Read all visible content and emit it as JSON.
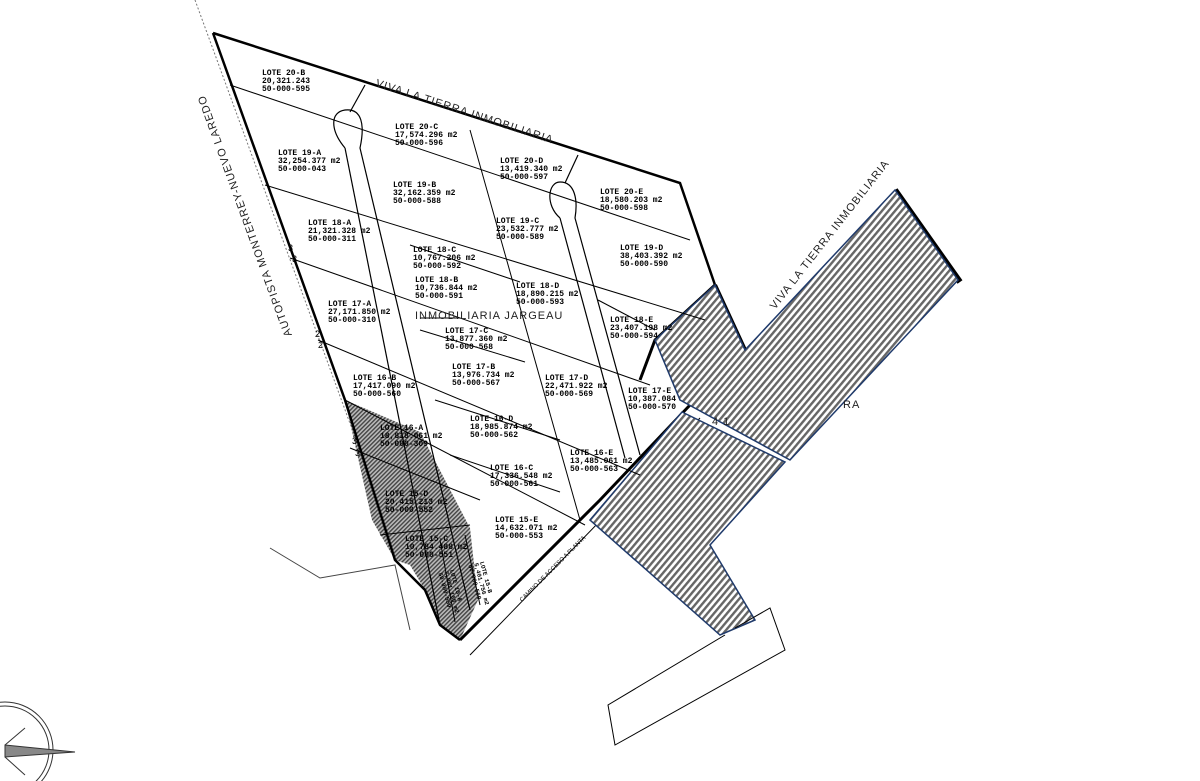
{
  "roads": {
    "top": "VIVA LA TIERRA INMOBILIARIA",
    "right": "VIVA LA TIERRA INMOBILIARIA",
    "highway": "AUTOPISTA MONTERREY-NUEVO LAREDO",
    "center": "INMOBILIARIA JARGEAU",
    "access": "CAMINO DE ACCESO A PLANTA",
    "partial": "RA",
    "partial_number": "4 1"
  },
  "vertex_numbers": [
    "3",
    "3",
    "2",
    "2",
    "3",
    "3"
  ],
  "lots": [
    {
      "name": "LOTE 20-B",
      "area": "20,321.243",
      "id": "50-000-595"
    },
    {
      "name": "LOTE 20-C",
      "area": "17,574.296 m2",
      "id": "50-000-596"
    },
    {
      "name": "LOTE 19-A",
      "area": "32,254.377 m2",
      "id": "50-000-043"
    },
    {
      "name": "LOTE 20-D",
      "area": "13,419.340 m2",
      "id": "50-000-597"
    },
    {
      "name": "LOTE 19-B",
      "area": "32,162.359 m2",
      "id": "50-000-588"
    },
    {
      "name": "LOTE 20-E",
      "area": "18,580.203 m2",
      "id": "50-000-598"
    },
    {
      "name": "LOTE 18-A",
      "area": "21,321.328 m2",
      "id": "50-000-311"
    },
    {
      "name": "LOTE 19-C",
      "area": "23,532.777 m2",
      "id": "50-000-589"
    },
    {
      "name": "LOTE 18-C",
      "area": "10,767.206 m2",
      "id": "50-000-592"
    },
    {
      "name": "LOTE 19-D",
      "area": "38,403.392 m2",
      "id": "50-000-590"
    },
    {
      "name": "LOTE 18-B",
      "area": "10,736.844 m2",
      "id": "50-000-591"
    },
    {
      "name": "LOTE 18-D",
      "area": "18,890.215 m2",
      "id": "50-000-593"
    },
    {
      "name": "LOTE 17-A",
      "area": "27,171.850 m2",
      "id": "50-000-310"
    },
    {
      "name": "LOTE 18-E",
      "area": "23,407.198 m2",
      "id": "50-000-594"
    },
    {
      "name": "LOTE 17-C",
      "area": "13,877.360 m2",
      "id": "50-000-568"
    },
    {
      "name": "LOTE 17-B",
      "area": "13,976.734 m2",
      "id": "50-000-567"
    },
    {
      "name": "LOTE 17-D",
      "area": "22,471.922 m2",
      "id": "50-000-569"
    },
    {
      "name": "LOTE 16-B",
      "area": "17,417.090 m2",
      "id": "50-000-560"
    },
    {
      "name": "LOTE 17-E",
      "area": "10,387.084",
      "id": "50-000-570"
    },
    {
      "name": "LOTE 16-A",
      "area": "18,818.061 m2",
      "id": "50-000-309"
    },
    {
      "name": "LOTE 16-D",
      "area": "18,985.874 m2",
      "id": "50-000-562"
    },
    {
      "name": "LOTE 16-E",
      "area": "13,485.061 m2",
      "id": "50-000-563"
    },
    {
      "name": "LOTE 16-C",
      "area": "17,336.548 m2",
      "id": "50-000-561"
    },
    {
      "name": "LOTE 15-D",
      "area": "20,415.213 m2",
      "id": "50-000-552"
    },
    {
      "name": "LOTE 15-E",
      "area": "14,632.071 m2",
      "id": "50-000-553"
    },
    {
      "name": "LOTE 15-C",
      "area": "10,784.488 m2",
      "id": "50-000-551"
    },
    {
      "name": "LOTE 15-A",
      "area": "7,001.168 m2",
      "id": "50-000-559"
    },
    {
      "name": "LOTE 15-B",
      "area": "5,401.756 m2",
      "id": "50-000-560"
    }
  ],
  "colors": {
    "line": "#000000",
    "hatch": "#555555",
    "outline": "#1f3a6b"
  }
}
